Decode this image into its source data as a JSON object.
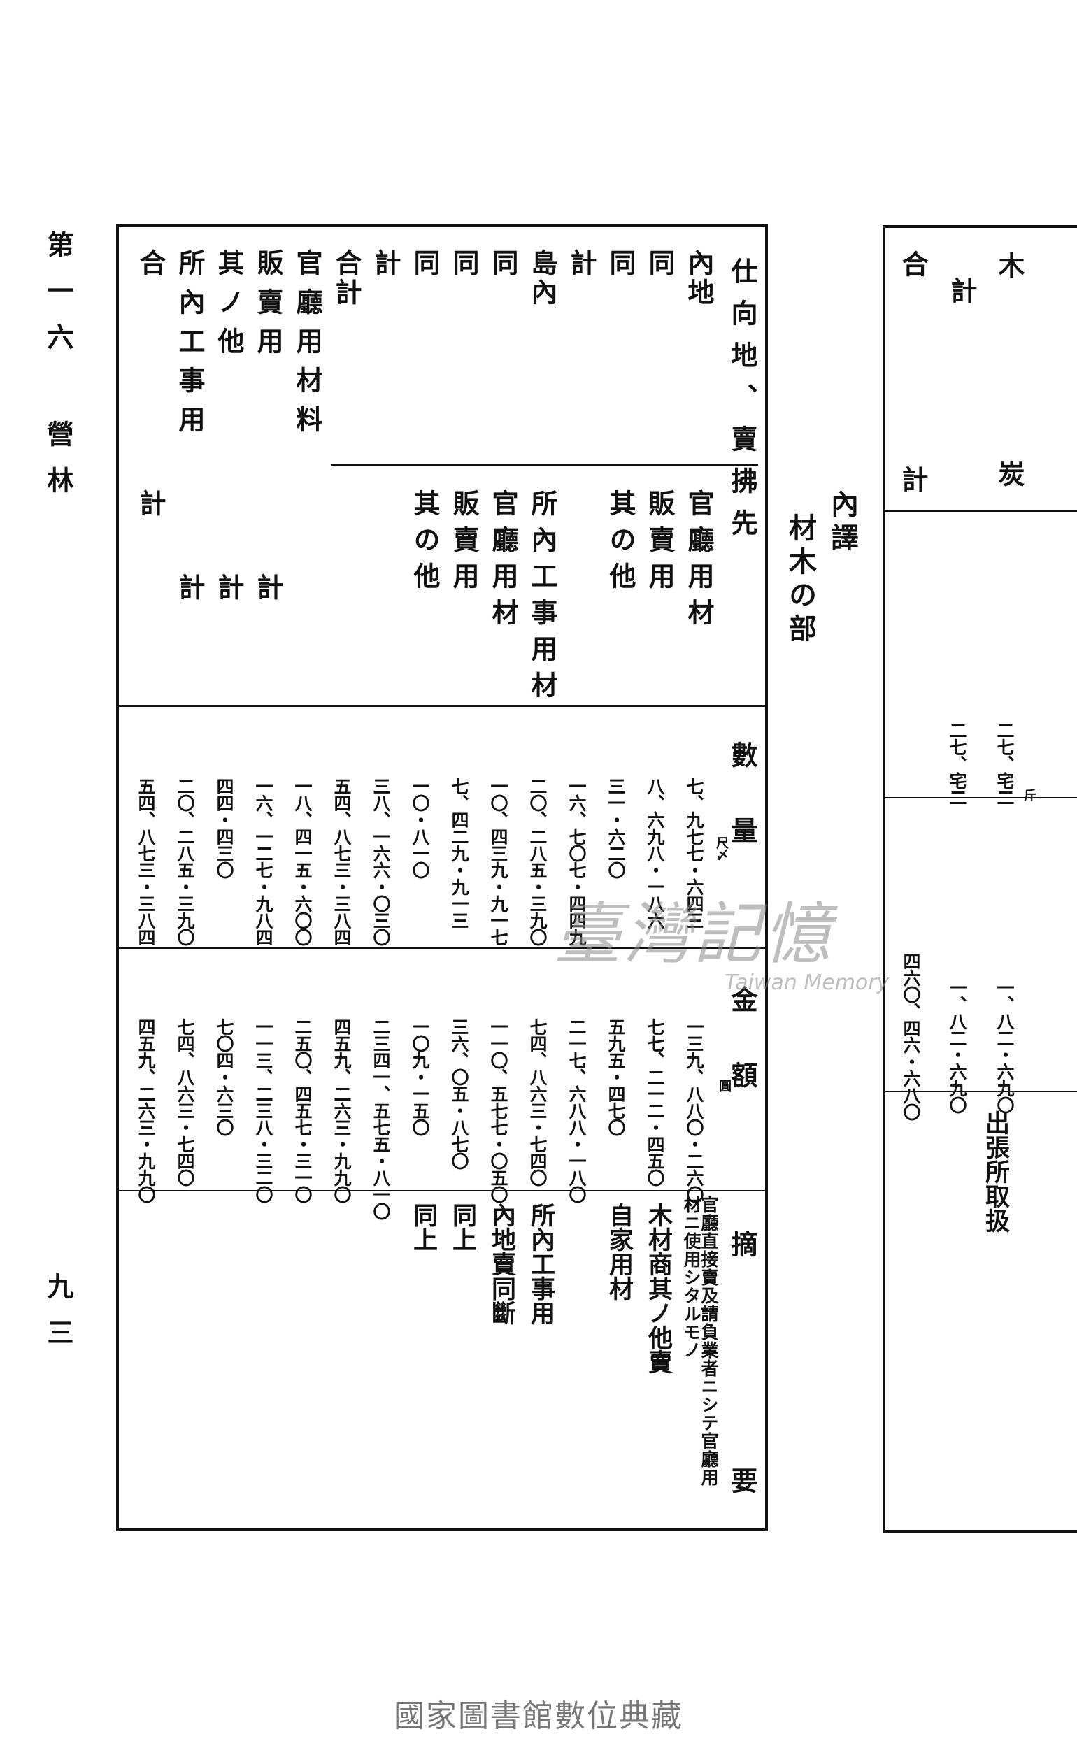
{
  "margin": {
    "title": "第一六 營林",
    "page_number": "九三"
  },
  "right_table": {
    "col1": {
      "a": "木",
      "b": "炭"
    },
    "col2": {
      "a": "計",
      "b": "",
      "kg": "二七、宅二",
      "unit": "斤",
      "amt": "一、八二・六九〇"
    },
    "col3": {
      "kg": "二七、宅二",
      "amt": "一、八二・六九〇"
    },
    "col4": {
      "a": "合",
      "b": "計",
      "amt": "四六〇、四六・六八〇"
    },
    "note": "出張所取扱"
  },
  "subheader": {
    "breakdown": "內譯",
    "section": "材木の部"
  },
  "headers": {
    "destination": "仕向地、賣拂先",
    "quantity": "數量",
    "amount": "金額",
    "summary": "摘要",
    "unit_qty": "尺〆",
    "unit_amt": "圓"
  },
  "rows": [
    {
      "a": "內地",
      "b": "官廳用材",
      "q": "七、九七七・六四三",
      "m": "一三九、八八〇・二六〇",
      "n": "官廳直接賣及請負業者ニシテ官廳用材ニ使用シタルモノ",
      "ns": true
    },
    {
      "a": "同",
      "b": "販賣用",
      "q": "八、六九八・一八六",
      "m": "七七、二一二・四五〇",
      "n": "木材商其ノ他賣"
    },
    {
      "a": "同",
      "b": "其の他",
      "q": "三一・六二〇",
      "m": "五九五・四七〇",
      "n": "自家用材"
    },
    {
      "a": "計",
      "b": "",
      "q": "一六、七〇七・四四九",
      "m": "二一七、六八八・一八〇",
      "n": ""
    },
    {
      "a": "島內",
      "b": "所內工事用材",
      "q": "二〇、二八五・三九〇",
      "m": "七四、八六三・七四〇",
      "n": "所內工事用"
    },
    {
      "a": "同",
      "b": "官廳用材",
      "q": "一〇、四三九・九一七",
      "m": "一一〇、五七七・〇五〇",
      "n": "內地賣同斷"
    },
    {
      "a": "同",
      "b": "販賣用",
      "q": "七、四二九・九一三",
      "m": "三六、〇五・八七〇",
      "n": "同上"
    },
    {
      "a": "同",
      "b": "其の他",
      "q": "一〇・八一〇",
      "m": "一〇九・一五〇",
      "n": "同上"
    },
    {
      "a": "計",
      "b": "",
      "q": "三八、一六六・〇三〇",
      "m": "二三四一、五七五・八一〇",
      "n": ""
    },
    {
      "a": "合計",
      "b": "",
      "q": "五四、八七三・三八四",
      "m": "四五九、二六三・九九〇",
      "n": ""
    },
    {
      "a": "官廳用材料",
      "b": "",
      "q": "一八、四一五・六〇〇",
      "m": "二五〇、四五七・三一〇",
      "n": ""
    },
    {
      "a": "販賣用",
      "b": "計",
      "q": "一六、一二七・九八四",
      "m": "一一三、二三八・三二〇",
      "n": ""
    },
    {
      "a": "其ノ他",
      "b": "計",
      "q": "四四・四三〇",
      "m": "七〇四・六三〇",
      "n": ""
    },
    {
      "a": "所內工事用",
      "b": "計",
      "q": "二〇、二八五・三九〇",
      "m": "七四、八六三・七四〇",
      "n": ""
    },
    {
      "a": "合",
      "b": "計",
      "q": "五四、八七三・三八四",
      "m": "四五九、二六三・九九〇",
      "n": ""
    }
  ],
  "watermark": {
    "main": "臺灣記憶",
    "sub": "Taiwan Memory"
  },
  "footer": "國家圖書館數位典藏"
}
